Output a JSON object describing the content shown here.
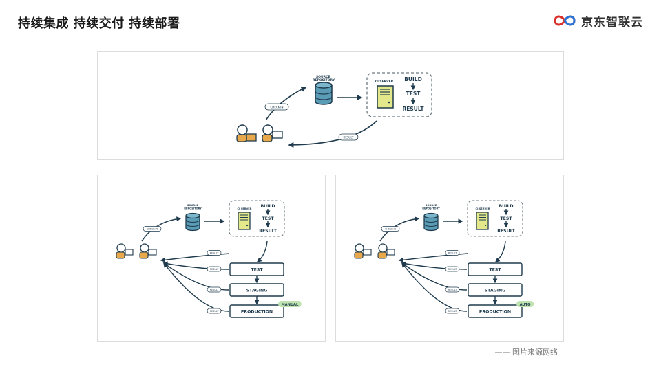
{
  "slide": {
    "title": "持续集成 持续交付 持续部署",
    "source_note": "—— 图片来源网络"
  },
  "brand": {
    "name": "京东智联云",
    "logo_icon": "infinity-loop-logo-icon"
  },
  "diagrams": {
    "ci": {
      "source_repository_label": "SOURCE\nREPOSITORY",
      "ci_server_label": "CI SERVER",
      "build": "BUILD",
      "test": "TEST",
      "result": "RESULT",
      "check_in": "CHECK-IN",
      "result_pill": "RESULT"
    },
    "delivery": {
      "source_repository_label": "SOURCE\nREPOSITORY",
      "ci_server_label": "CI SERVER",
      "build": "BUILD",
      "test": "TEST",
      "result": "RESULT",
      "check_in": "CHECK-IN",
      "result_pill": "RESULT",
      "stages": [
        "TEST",
        "STAGING",
        "PRODUCTION"
      ],
      "deploy_badge": "MANUAL"
    },
    "deployment": {
      "source_repository_label": "SOURCE\nREPOSITORY",
      "ci_server_label": "CI SERVER",
      "build": "BUILD",
      "test": "TEST",
      "result": "RESULT",
      "check_in": "CHECK-IN",
      "result_pill": "RESULT",
      "stages": [
        "TEST",
        "STAGING",
        "PRODUCTION"
      ],
      "deploy_badge": "AUTO"
    }
  },
  "colors": {
    "navy": "#1f3b4d",
    "db_teal": "#5a9bb5",
    "server_yellow": "#e3e98a",
    "badge_green": "#bfe3b0",
    "person_gold": "#e8a84c"
  }
}
